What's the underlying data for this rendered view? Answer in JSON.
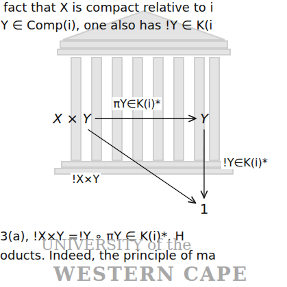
{
  "diagram": {
    "nodes": [
      {
        "text": [
          "X × Y"
        ]
      },
      {
        "text": [
          "Y"
        ]
      },
      {
        "text": [
          "1"
        ]
      }
    ],
    "edges": [
      {
        "from": 0,
        "to": 1,
        "arrow": "to",
        "label": "πY∈K(i)*"
      },
      {
        "from": 1,
        "to": 2,
        "arrow": "to",
        "label": "!Y∈K(i)*"
      },
      {
        "from": 0,
        "to": 2,
        "arrow": "to",
        "label": "!X×Y"
      }
    ],
    "labels": [
      "fact that X is compact relative to i",
      "Y ∈ Comp(i), one also has !Y ∈ K(i",
      "3(a), !X×Y =!Y ∘ πY ∈ K(i)*. H",
      "UNIVERSITY of the",
      "oducts. Indeed, the principle of ma",
      "WESTERN CAPE"
    ]
  }
}
